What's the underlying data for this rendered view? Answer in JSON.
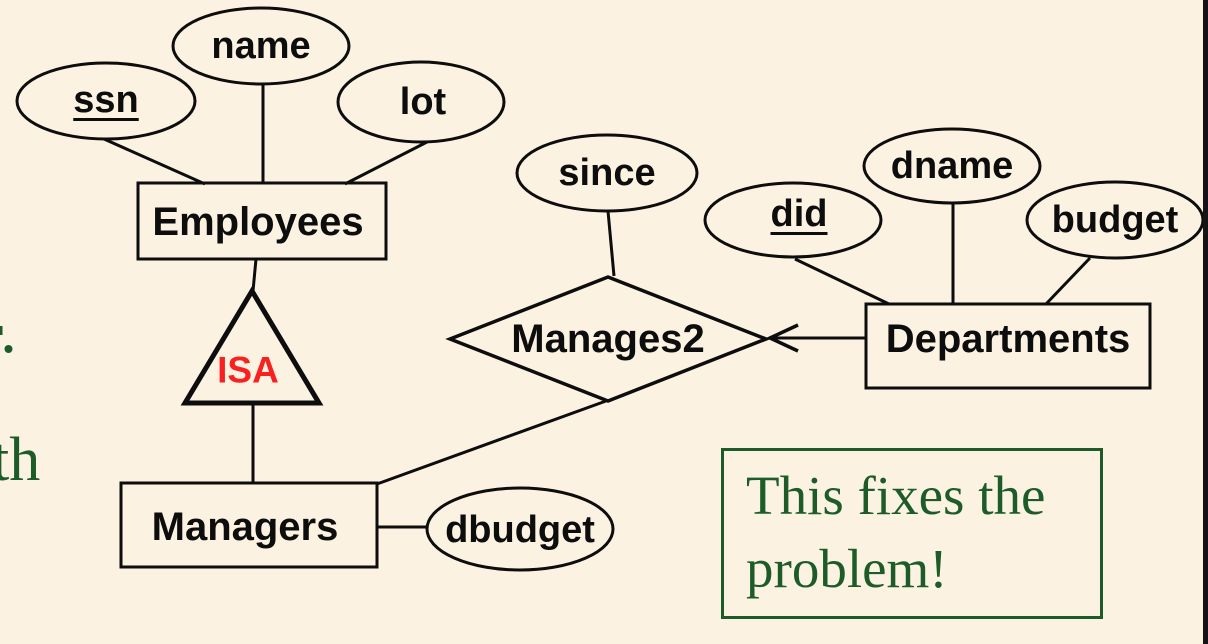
{
  "colors": {
    "background": "#fcf2e2",
    "ink": "#0d0d0d",
    "isa_red": "#f92020",
    "green": "#1d5c28"
  },
  "nodes": {
    "employees": "Employees",
    "managers": "Managers",
    "departments": "Departments",
    "manages2": "Manages2",
    "isa": "ISA",
    "ssn": "ssn",
    "name": "name",
    "lot": "lot",
    "since": "since",
    "did": "did",
    "dname": "dname",
    "budget": "budget",
    "dbudget": "dbudget"
  },
  "key_attributes": [
    "ssn",
    "did"
  ],
  "callout": {
    "line1": "This fixes the",
    "line2": "problem!"
  },
  "fragments": {
    "partial_word": "th",
    "period": "."
  }
}
